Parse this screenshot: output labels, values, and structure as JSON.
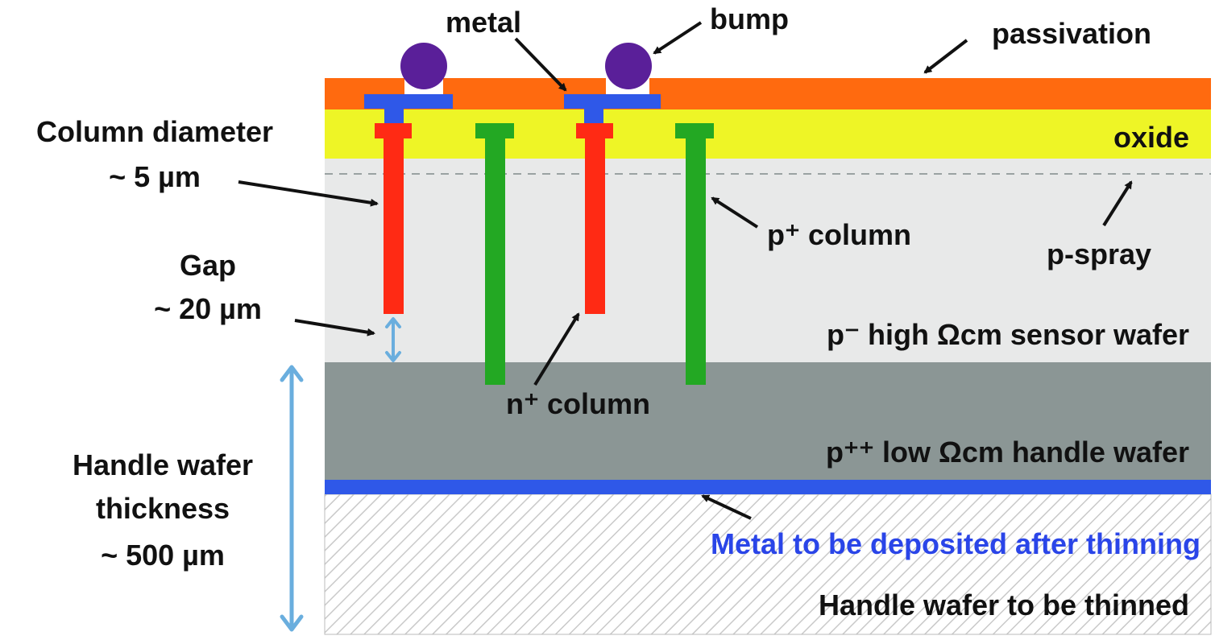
{
  "labels": {
    "metal": "metal",
    "bump": "bump",
    "passivation": "passivation",
    "oxide": "oxide",
    "column_diameter_title": "Column diameter",
    "column_diameter_value": "~ 5 µm",
    "gap_title": "Gap",
    "gap_value": "~ 20 µm",
    "p_plus_column": "p⁺ column",
    "p_spray": "p-spray",
    "sensor_wafer": "p⁻ high Ωcm sensor wafer",
    "n_plus_column": "n⁺ column",
    "handle_wafer": "p⁺⁺ low Ωcm handle wafer",
    "handle_thickness_1": "Handle wafer",
    "handle_thickness_2": "thickness",
    "handle_thickness_3": "~ 500 µm",
    "metal_deposit": "Metal to be deposited after thinning",
    "to_be_thinned": "Handle wafer to be thinned"
  },
  "colors": {
    "passivation": "#ff6a0f",
    "oxide": "#eef526",
    "sensor": "#e8e9e9",
    "handle": "#8b9695",
    "metal_layer": "#2f58e8",
    "n_column": "#ff2a14",
    "p_column": "#23a823",
    "bump": "#5a1f99",
    "arrow_blue": "#6aaede",
    "deposit_text": "#2a45e8"
  }
}
